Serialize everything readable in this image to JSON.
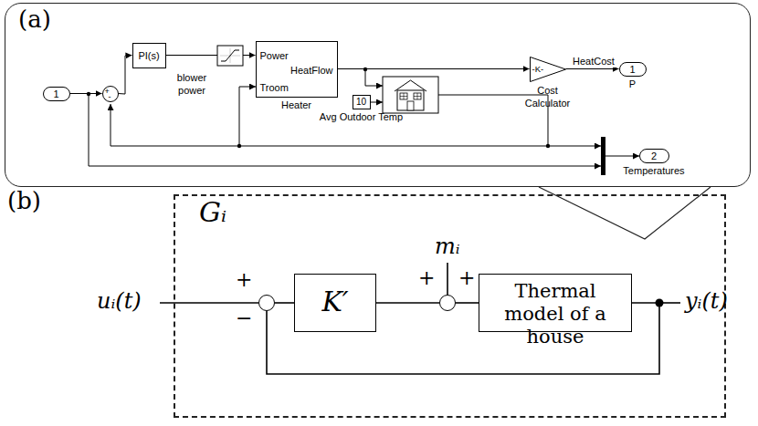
{
  "diagram": {
    "nodes": [
      {
        "text": [
          "(a)"
        ]
      },
      {
        "text": [
          "1"
        ],
        "in": 0
      },
      {
        "text": [
          "+",
          "-"
        ],
        "in": 0
      },
      {
        "text": [
          "PI(s)"
        ],
        "in": 0
      },
      {
        "text": [
          "Power",
          "Troom",
          "HeatFlow",
          "Heater"
        ],
        "in": 0
      },
      {
        "text": [
          "-K-",
          "Cost Calculator"
        ],
        "in": 0
      },
      {
        "text": [
          "1",
          "P"
        ],
        "in": 0
      },
      {
        "text": [
          "10",
          "Avg Outdoor Temp"
        ],
        "in": 0
      },
      {
        "text": [
          "2",
          "Temperatures"
        ],
        "in": 0
      },
      {
        "text": [
          "Gᵢ"
        ]
      },
      {
        "text": [
          "+",
          "−"
        ],
        "in": 9
      },
      {
        "text": [
          "K′"
        ],
        "in": 9
      },
      {
        "text": [
          "+",
          "+"
        ],
        "in": 9
      },
      {
        "text": [
          "Thermal model of a house"
        ],
        "in": 9
      }
    ],
    "edges": [
      {
        "from": 1,
        "to": 2,
        "arrow": "to"
      },
      {
        "from": 2,
        "to": 3,
        "arrow": "to"
      },
      {
        "from": 3,
        "to": 4,
        "label": "blower power",
        "arrow": "to"
      },
      {
        "from": 4,
        "to": 5,
        "arrow": "to"
      },
      {
        "from": 5,
        "to": 6,
        "label": "HeatCost",
        "arrow": "to"
      },
      {
        "from": 10,
        "to": 11,
        "arrow": "none"
      },
      {
        "from": 11,
        "to": 12,
        "arrow": "none"
      },
      {
        "from": 12,
        "to": 13,
        "arrow": "none"
      },
      {
        "from": 13,
        "to": 10,
        "arrow": "none"
      }
    ],
    "labels": [
      "(b)",
      "uᵢ(t)",
      "mᵢ",
      "yᵢ(t)"
    ]
  }
}
